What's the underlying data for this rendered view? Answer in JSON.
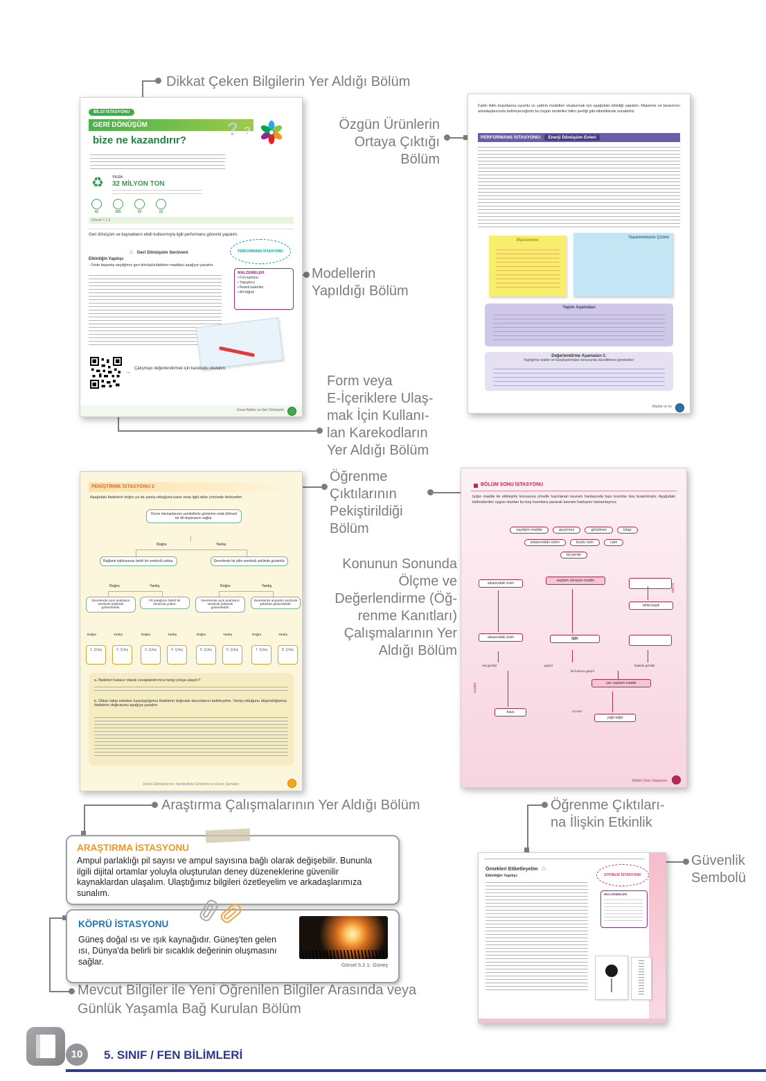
{
  "icons": {
    "question_mark": "?",
    "recycle": "♻",
    "warning": "⚠",
    "arrow_right": "→"
  },
  "callouts": {
    "attention": "Dikkat Çeken Bilgilerin Yer Aldığı Bölüm",
    "original_products": [
      "Özgün Ürünlerin",
      "Ortaya Çıktığı",
      "Bölüm"
    ],
    "models": [
      "Modellerin",
      "Yapıldığı Bölüm"
    ],
    "qr": [
      "Form veya",
      "E-İçeriklere Ulaş-",
      "mak İçin Kullanı-",
      "lan Karekodların",
      "Yer Aldığı Bölüm"
    ],
    "reinforcement": [
      "Öğrenme",
      "Çıktılarının",
      "Pekiştirildiği",
      "Bölüm"
    ],
    "assessment": [
      "Konunun Sonunda",
      "Ölçme ve",
      "Değerlendirme (Öğ-",
      "renme Kanıtları)",
      "Çalışmalarının Yer",
      "Aldığı Bölüm"
    ],
    "research": "Araştırma Çalışmalarının Yer Aldığı Bölüm",
    "outcome_activity": [
      "Öğrenme Çıktıları-",
      "na İlişkin Etkinlik"
    ],
    "safety": [
      "Güvenlik",
      "Sembolü"
    ],
    "bridge": [
      "Mevcut Bilgiler ile Yeni Öğrenilen Bilgiler Arasında veya",
      "Günlük Yaşamla Bağ Kurulan Bölüm"
    ]
  },
  "research_box": {
    "title": "ARAŞTIRMA İSTASYONU",
    "body": "Ampul parlaklığı pil sayısı ve ampul sayısına bağlı olarak değişebilir. Bununla ilgili dijital ortamlar yoluyla oluşturulan deney düzeneklerine güvenilir kaynaklardan ulaşalım. Ulaştığımız bilgileri özetleyelim ve arkadaşlarımıza sunalım."
  },
  "bridge_box": {
    "title": "KÖPRÜ İSTASYONU",
    "body": "Güneş doğal ısı ve ışık kaynağıdır. Güneş'ten gelen ısı, Dünya'da belirli bir sıcaklık değerinin oluşmasını sağlar.",
    "caption": "Görsel 5.2.1: Güneş"
  },
  "footer": {
    "page_number": "10",
    "title": "5. SINIF / FEN BİLİMLERİ"
  },
  "page1": {
    "badge": "BİLGİ İSTASYONU",
    "title": "GERİ DÖNÜŞÜM",
    "subtitle": "bize ne kazandırır?",
    "stat_top": "YILDA",
    "stat_value": "32 MİLYON TON",
    "figure": "Görsel 7.1.9",
    "icon_values": [
      "42",
      "585",
      "20",
      "23"
    ],
    "task": "Geri dönüşüm ve kaynakların etkili kullanımıyla ilgili performans görevini yapalım.",
    "activity": "Geri Dönüşüm Serüveni",
    "steps_title": "Etkinliğin Yapılışı:",
    "step1": "- Ünite başında seçtiğimiz geri dönüştürülebilen maddeyi aşağıya yazalım.",
    "oval": "PERFORMANS İSTASYONU",
    "materials_title": "MALZEMELER",
    "materials": [
      "• Fon kartonu",
      "• Yapıştırıcı",
      "• Renkli kalemler",
      "• A4 kâğıdı"
    ],
    "qr_text": "Çalışmayı değerlendirmek için karekodu okutalım.",
    "footer": "Evsel Atıklar ve Geri Dönüşüm"
  },
  "page2": {
    "intro": "Farklı iklim koşullarına uyumlu ısı yalıtım modelleri oluşturmak için aşağıdaki etkinliği yapalım. Malzeme ve tasarımını arkadaşlarımızla belirleyeceğimiz bu özgün modelleri bilim şenliği gibi etkinliklerde sunabiliriz.",
    "header": "PERFORMANS İSTASYONU:",
    "header_chip": "Enerji Dönüşüm Evleri",
    "note_yellow": "Malzemeler",
    "note_blue": "Tasarımımızın Çizimi",
    "stage_box": "Yapım Aşamaları",
    "eval_title": "Değerlendirme Aşamaları-1:",
    "eval_sub": "Yaptığımız testler ve karşılaştırmalar sonucunda düzeltilmesi gerekenler:",
    "footer": "Madde ve Isı"
  },
  "page3": {
    "header": "PEKİŞTİRME İSTASYONU 2",
    "intro": "Aşağıdaki ifadelerin doğru ya da yanlış olduğuna karar verip ilgili oklar yönünde ilerleyelim.",
    "true_label": "Doğru",
    "false_label": "Yanlış",
    "root": "Devre elemanlarının sembollerle gösterimi ortak bilimsel bir dil oluşmasını sağlar.",
    "l2a": "Bağlantı kablosunun belirli bir sembolü yoktur.",
    "l2b": "Devrelerde bir pilin sembolü şeklinde gösterilir.",
    "l3a": "Devrelerde açık anahtarın sembolü şeklinde gösterilebilir.",
    "l3b": "Pil yatağının belirli bir sembolü yoktur.",
    "l3c": "Devrelerde açık anahtarın sembolü şeklinde gösterilebilir.",
    "l3d": "Devrelerde ampulün sembolü şeklinde gösterilebilir.",
    "outputs": [
      "1. Çıkış",
      "2. Çıkış",
      "3. Çıkış",
      "4. Çıkış",
      "5. Çıkış",
      "6. Çıkış",
      "7. Çıkış",
      "8. Çıkış"
    ],
    "qa": "a. İfadeleri hatasız olarak cevaplandırınca hangi çıkışa ulaşılır?",
    "qb": "b. Okları takip ederken karşılaştığımız ifadelerin doğruluk durumlarını belirleyelim. Yanlış olduğunu düşündüğümüz ifadelerin doğrusunu aşağıya yazalım.",
    "footer": "Devre Elemanlarının Sembollerle Gösterimi ve Devre Şemaları"
  },
  "page4": {
    "header": "BÖLÜM SONU İSTASYONU",
    "intro": "Işığın madde ile etkileşimi konusuna yönelik hazırlanan kavram haritasında bazı kısımlar boş bırakılmıştır. Aşağıdaki kelimelerden uygun olanları bu boş kısımlara yazarak kavram haritasını tamamlayınız.",
    "chips": [
      "saydam madde",
      "geçirmez",
      "görülmez",
      "kitap",
      "arkasındaki cisim",
      "buzlu cam",
      "cam",
      "tül perde"
    ],
    "node_back1": "arkasındaki cisim",
    "node_opaque": "saydam olmayan madde",
    "node_spoon": "tahta kaşık",
    "node_back2": "arkasındaki cisim",
    "node_light": "IŞIK",
    "lbl_net": "net görülür",
    "lbl_gecirir": "geçirir",
    "lbl_kismen": "bir kısmını geçirir",
    "lbl_bulanik": "bulanık görülür",
    "node_semi": "yarı saydam madde",
    "node_hava": "hava",
    "node_yagli": "yağlı kâğıt",
    "lbl_ornektir": "örnektir",
    "footer": "Bölüm Sonu İstasyonu"
  },
  "page5": {
    "title": "Örnekleri Etiketleyelim",
    "oval": "ETKİNLİK İSTASYONU",
    "steps_title": "Etkinliğin Yapılışı:",
    "materials_title": "MALZEMELER"
  }
}
